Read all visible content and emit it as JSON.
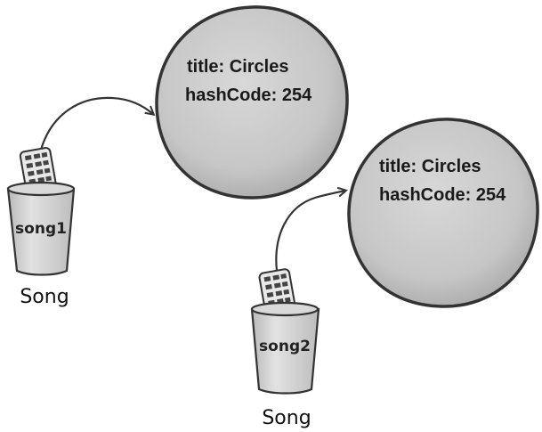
{
  "objects": [
    {
      "title": "title: Circles",
      "hash": "hashCode: 254"
    },
    {
      "title": "title: Circles",
      "hash": "hashCode: 254"
    }
  ],
  "references": [
    {
      "name": "song1",
      "type": "Song"
    },
    {
      "name": "song2",
      "type": "Song"
    }
  ],
  "colors": {
    "object_fill": "#c9c9c9",
    "outline": "#333333",
    "cup_fill": "#d4d4d4"
  }
}
